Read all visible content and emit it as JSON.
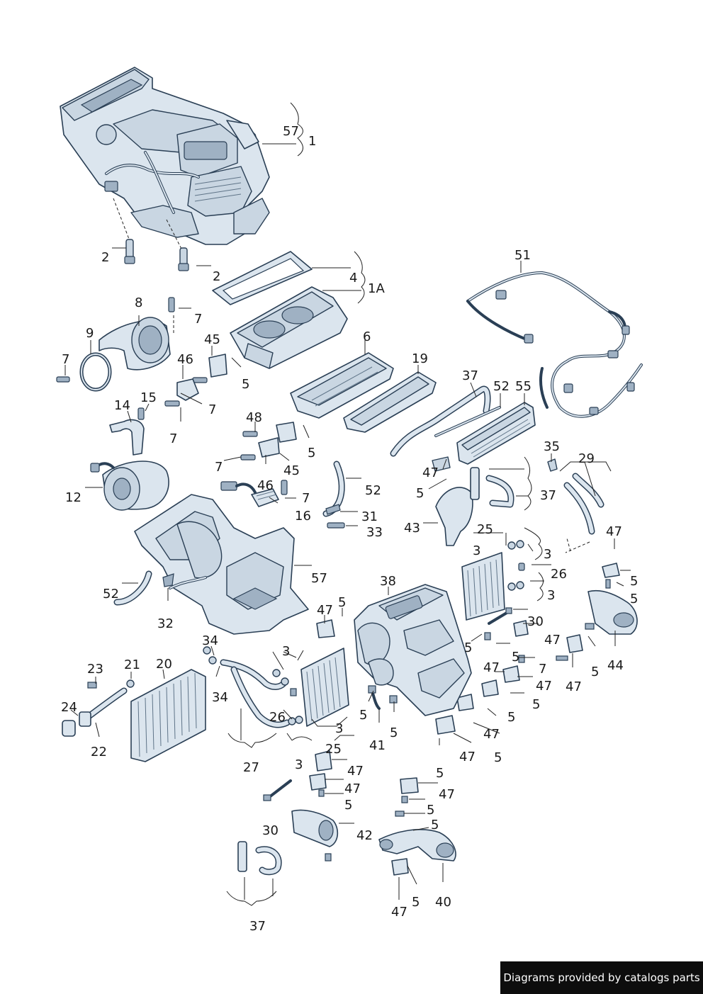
{
  "footer": {
    "text": "Diagrams provided by catalogs parts"
  },
  "labels": {
    "l57a": "57",
    "l1": "1",
    "l2a": "2",
    "l2b": "2",
    "l4": "4",
    "l1A": "1A",
    "l8": "8",
    "l7a": "7",
    "l9": "9",
    "l7b": "7",
    "l45a": "45",
    "l46a": "46",
    "l5a": "5",
    "l6": "6",
    "l51": "51",
    "l19": "19",
    "l15": "15",
    "l14": "14",
    "l7c": "7",
    "l7d": "7",
    "l37a": "37",
    "l52a": "52",
    "l55": "55",
    "l48": "48",
    "l5b": "5",
    "l7e": "7",
    "l45b": "45",
    "l35": "35",
    "l29": "29",
    "l47a": "47",
    "l5c": "5",
    "l37b": "37",
    "l12": "12",
    "l46b": "46",
    "l7f": "7",
    "l52b": "52",
    "l16": "16",
    "l31": "31",
    "l33": "33",
    "l43": "43",
    "l25a": "25",
    "l3a": "3",
    "l3b": "3",
    "l47b": "47",
    "l26a": "26",
    "l5d": "5",
    "l5e": "5",
    "l57b": "57",
    "l52c": "52",
    "l38": "38",
    "l3c": "3",
    "l32": "32",
    "l5f": "5",
    "l47c": "47",
    "l30a": "30",
    "l47d": "47",
    "l34a": "34",
    "l5g": "5",
    "l44": "44",
    "l3d": "3",
    "l23": "23",
    "l21": "21",
    "l20": "20",
    "l47e": "47",
    "l5h": "5",
    "l7g": "7",
    "l47f": "47",
    "l5i": "5",
    "l47g": "47",
    "l34b": "34",
    "l24": "24",
    "l26b": "26",
    "l5j": "5",
    "l5k": "5",
    "l47h": "47",
    "l3e": "3",
    "l41": "41",
    "l22": "22",
    "l5l": "5",
    "l47i": "47",
    "l5m": "5",
    "l27": "27",
    "l25b": "25",
    "l3f": "3",
    "l47j": "47",
    "l47k": "47",
    "l5n": "5",
    "l47l": "47",
    "l5o": "5",
    "l5p": "5",
    "l30b": "30",
    "l42": "42",
    "l5q": "5",
    "l37c": "37",
    "l47m": "47",
    "l5r": "5",
    "l40": "40"
  }
}
